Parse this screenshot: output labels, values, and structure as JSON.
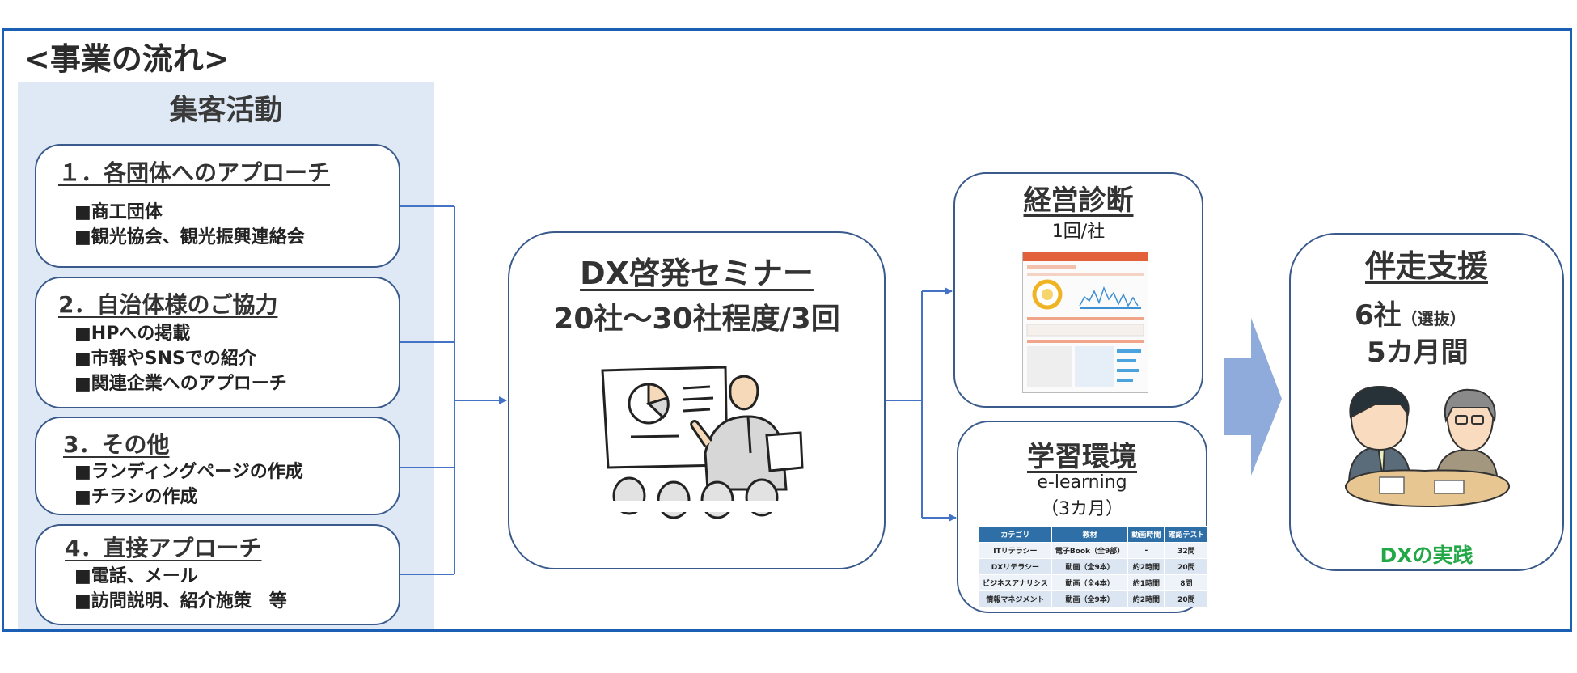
{
  "heading": "<事業の流れ>",
  "left_panel": {
    "title": "集客活動",
    "boxes": [
      {
        "title": "１．各団体へのアプローチ",
        "items": [
          "■商工団体",
          "■観光協会、観光振興連絡会"
        ]
      },
      {
        "title": "2．自治体様のご協力",
        "items": [
          "■HPへの掲載",
          "■市報やSNSでの紹介",
          "■関連企業へのアプローチ"
        ]
      },
      {
        "title": "3．その他",
        "items": [
          "■ランディングページの作成",
          "■チラシの作成"
        ]
      },
      {
        "title": "4．直接アプローチ",
        "items": [
          "■電話、メール",
          "■訪問説明、紹介施策　等"
        ]
      }
    ]
  },
  "seminar": {
    "title": "DX啓発セミナー",
    "subtitle": "20社～30社程度/3回",
    "illustration": "presenter-illustration"
  },
  "diagnosis": {
    "title": "経営診断",
    "subtitle": "1回/社",
    "image": "report-thumbnail"
  },
  "learning": {
    "title": "学習環境",
    "line1": "e-learning",
    "line2": "（3カ月）",
    "table": {
      "headers": [
        "カテゴリ",
        "教材",
        "動画時間",
        "確認テスト"
      ],
      "rows": [
        [
          "ITリテラシー",
          "電子Book（全9部）",
          "-",
          "32問"
        ],
        [
          "DXリテラシー",
          "動画（全9本）",
          "約2時間",
          "20問"
        ],
        [
          "ビジネスアナリシス",
          "動画（全4本）",
          "約1時間",
          "8問"
        ],
        [
          "情報マネジメント",
          "動画（全9本）",
          "約2時間",
          "20問"
        ]
      ]
    }
  },
  "support": {
    "title": "伴走支援",
    "count": "6社",
    "count_note": "（選抜）",
    "duration": "5カ月間",
    "footer": "DXの実践",
    "illustration": "consultation-illustration"
  },
  "colors": {
    "frame": "#1a5fb4",
    "panel_bg": "#dfe9f5",
    "card_border": "#3a5a8c",
    "connector": "#4472c4",
    "big_arrow": "#8fabdc",
    "dx_green": "#22a847"
  }
}
